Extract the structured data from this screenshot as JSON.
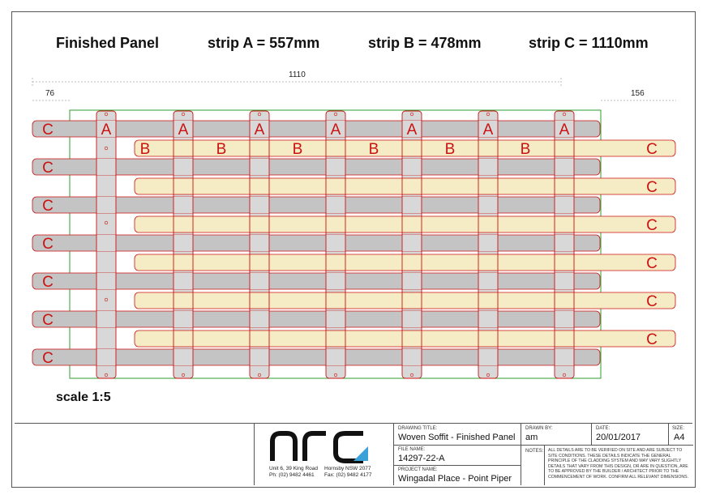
{
  "header": {
    "title": "Finished Panel",
    "strip_a": "strip A = 557mm",
    "strip_b": "strip B = 478mm",
    "strip_c": "strip C = 1110mm"
  },
  "dimensions": {
    "overall": "1110",
    "left_offset": "76",
    "right_offset": "156"
  },
  "labels": {
    "a": "A",
    "b": "B",
    "c": "C"
  },
  "scale": "scale 1:5",
  "colors": {
    "strip_c": "#c4c4c4",
    "strip_b": "#f5ecc6",
    "strip_a": "#d8d8d8",
    "outline": "#cc1111",
    "panel_border": "#2e9e2e"
  },
  "title_block": {
    "logo_text": "ARC",
    "address_line1": "Unit 6, 39 King Road",
    "address_line2": "Ph: (02) 9482 4461",
    "address_line3": "Hornsby   NSW  2077",
    "address_line4": "Fax: (02) 9482 4177",
    "drawing_title_label": "DRAWING TITLE:",
    "drawing_title": "Woven Soffit - Finished Panel",
    "file_name_label": "FILE NAME:",
    "file_name": "14297-22-A",
    "project_name_label": "PROJECT NAME:",
    "project_name": "Wingadal Place - Point Piper",
    "drawn_by_label": "DRAWN BY:",
    "drawn_by": "am",
    "date_label": "DATE:",
    "date": "20/01/2017",
    "size_label": "SIZE:",
    "size": "A4",
    "notes_label": "NOTES:",
    "notes": "ALL DETAILS ARE TO BE VERIFIED ON SITE AND ARE SUBJECT TO SITE CONDITIONS. THESE DETAILS INDICATE THE GENERAL PRINCIPLE OF THE CLADDING SYSTEM AND MAY VARY SLIGHTLY DETAILS THAT VARY FROM THIS DESIGN, OR ARE IN QUESTION, ARE TO BE APPROVED BY THE BUILDER / ARCHITECT PRIOR TO THE COMMENCEMENT OF WORK. CONFIRM ALL RELEVANT DIMENSIONS."
  }
}
